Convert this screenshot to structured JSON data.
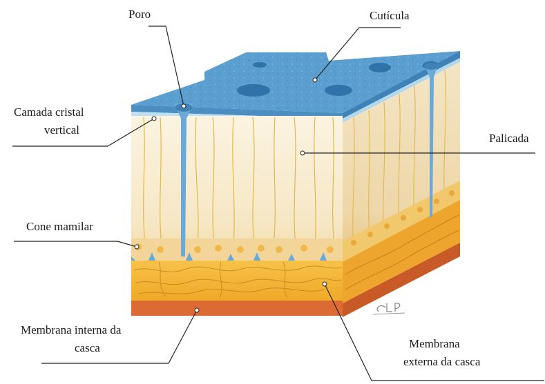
{
  "labels": {
    "poro": "Poro",
    "cuticula": "Cutícula",
    "camada_cristal_line1": "Camada cristal",
    "camada_cristal_line2": "vertical",
    "palicada": "Palicada",
    "cone_mamilar": "Cone mamilar",
    "membrana_interna_line1": "Membrana interna da",
    "membrana_interna_line2": "casca",
    "membrana_externa_line1": "Membrana",
    "membrana_externa_line2": "externa da casca"
  },
  "signature": "CLP",
  "colors": {
    "cuticle_top": "#5b9fd0",
    "cuticle_spots": "#2f73a8",
    "pore": "#6aa9d8",
    "palisade_front": "#f9efd6",
    "palisade_side": "#f1e2c2",
    "crystal_line": "#e2b84a",
    "cone_band": "#f0c25e",
    "inner_membrane": "#f3b436",
    "outer_membrane": "#dc6a33",
    "leader_line": "#222222"
  }
}
